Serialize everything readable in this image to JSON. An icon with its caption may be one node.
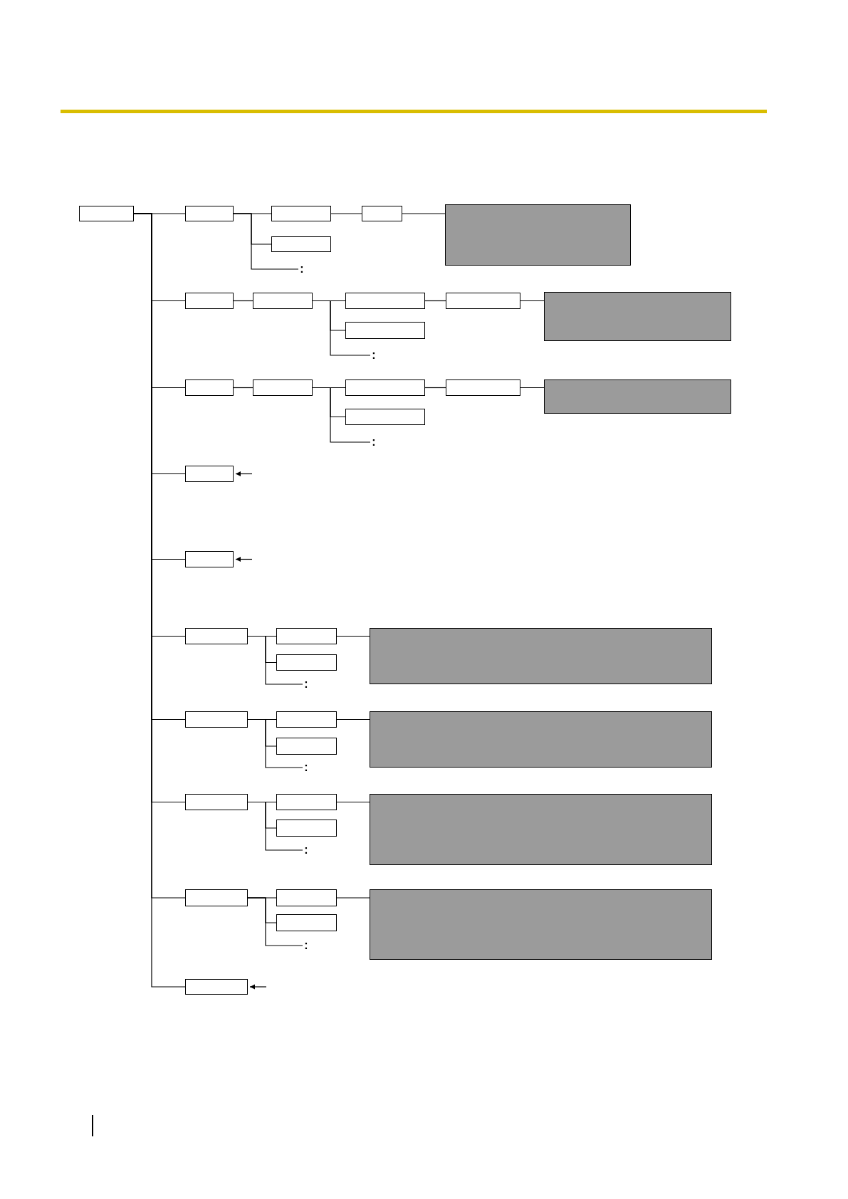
{
  "diagram": {
    "nodes": [
      {
        "text": [],
        "shape": "box"
      },
      {
        "text": [],
        "shape": "box"
      },
      {
        "text": [],
        "shape": "box"
      },
      {
        "text": [],
        "shape": "box"
      },
      {
        "text": [],
        "shape": "panel"
      },
      {
        "text": [],
        "shape": "box"
      },
      {
        "text": [
          ":"
        ]
      },
      {
        "text": [],
        "shape": "box"
      },
      {
        "text": [],
        "shape": "box"
      },
      {
        "text": [],
        "shape": "box"
      },
      {
        "text": [],
        "shape": "box"
      },
      {
        "text": [],
        "shape": "panel"
      },
      {
        "text": [],
        "shape": "box"
      },
      {
        "text": [
          ":"
        ]
      },
      {
        "text": [],
        "shape": "box"
      },
      {
        "text": [],
        "shape": "box"
      },
      {
        "text": [],
        "shape": "box"
      },
      {
        "text": [],
        "shape": "box"
      },
      {
        "text": [],
        "shape": "panel"
      },
      {
        "text": [],
        "shape": "box"
      },
      {
        "text": [
          ":"
        ]
      },
      {
        "text": [],
        "shape": "box"
      },
      {
        "text": [],
        "shape": "box"
      },
      {
        "text": [],
        "shape": "box"
      },
      {
        "text": [],
        "shape": "box"
      },
      {
        "text": [],
        "shape": "panel"
      },
      {
        "text": [],
        "shape": "box"
      },
      {
        "text": [
          ":"
        ]
      },
      {
        "text": [],
        "shape": "box"
      },
      {
        "text": [],
        "shape": "box"
      },
      {
        "text": [],
        "shape": "panel"
      },
      {
        "text": [],
        "shape": "box"
      },
      {
        "text": [
          ":"
        ]
      },
      {
        "text": [],
        "shape": "box"
      },
      {
        "text": [],
        "shape": "box"
      },
      {
        "text": [],
        "shape": "panel"
      },
      {
        "text": [],
        "shape": "box"
      },
      {
        "text": [
          ":"
        ]
      },
      {
        "text": [],
        "shape": "box"
      },
      {
        "text": [],
        "shape": "box"
      },
      {
        "text": [],
        "shape": "panel"
      },
      {
        "text": [],
        "shape": "box"
      },
      {
        "text": [
          ":"
        ]
      },
      {
        "text": [],
        "shape": "box"
      }
    ],
    "edges": [
      {
        "from": 0,
        "to": 1,
        "arrow": "none"
      },
      {
        "from": 0,
        "to": 7,
        "arrow": "none"
      },
      {
        "from": 0,
        "to": 14,
        "arrow": "none"
      },
      {
        "from": 0,
        "to": 21,
        "arrow": "none"
      },
      {
        "from": 0,
        "to": 22,
        "arrow": "none"
      },
      {
        "from": 0,
        "to": 23,
        "arrow": "none"
      },
      {
        "from": 0,
        "to": 28,
        "arrow": "none"
      },
      {
        "from": 0,
        "to": 33,
        "arrow": "none"
      },
      {
        "from": 0,
        "to": 38,
        "arrow": "none"
      },
      {
        "from": 0,
        "to": 43,
        "arrow": "none"
      },
      {
        "from": 1,
        "to": 2,
        "arrow": "none"
      },
      {
        "from": 1,
        "to": 5,
        "arrow": "none"
      },
      {
        "from": 1,
        "to": 6,
        "arrow": "none"
      },
      {
        "from": 2,
        "to": 3,
        "arrow": "none"
      },
      {
        "from": 3,
        "to": 4,
        "arrow": "none"
      },
      {
        "from": 7,
        "to": 8,
        "arrow": "none"
      },
      {
        "from": 8,
        "to": 9,
        "arrow": "none"
      },
      {
        "from": 8,
        "to": 12,
        "arrow": "none"
      },
      {
        "from": 8,
        "to": 13,
        "arrow": "none"
      },
      {
        "from": 9,
        "to": 10,
        "arrow": "none"
      },
      {
        "from": 10,
        "to": 11,
        "arrow": "none"
      },
      {
        "from": 14,
        "to": 15,
        "arrow": "none"
      },
      {
        "from": 15,
        "to": 16,
        "arrow": "none"
      },
      {
        "from": 15,
        "to": 19,
        "arrow": "none"
      },
      {
        "from": 15,
        "to": 20,
        "arrow": "none"
      },
      {
        "from": 16,
        "to": 17,
        "arrow": "none"
      },
      {
        "from": 17,
        "to": 18,
        "arrow": "none"
      },
      {
        "from": 23,
        "to": 24,
        "arrow": "none"
      },
      {
        "from": 23,
        "to": 26,
        "arrow": "none"
      },
      {
        "from": 23,
        "to": 27,
        "arrow": "none"
      },
      {
        "from": 24,
        "to": 25,
        "arrow": "none"
      },
      {
        "from": 28,
        "to": 29,
        "arrow": "none"
      },
      {
        "from": 28,
        "to": 31,
        "arrow": "none"
      },
      {
        "from": 28,
        "to": 32,
        "arrow": "none"
      },
      {
        "from": 29,
        "to": 30,
        "arrow": "none"
      },
      {
        "from": 33,
        "to": 34,
        "arrow": "none"
      },
      {
        "from": 33,
        "to": 36,
        "arrow": "none"
      },
      {
        "from": 33,
        "to": 37,
        "arrow": "none"
      },
      {
        "from": 34,
        "to": 35,
        "arrow": "none"
      },
      {
        "from": 38,
        "to": 39,
        "arrow": "none"
      },
      {
        "from": 38,
        "to": 41,
        "arrow": "none"
      },
      {
        "from": 38,
        "to": 42,
        "arrow": "none"
      },
      {
        "from": 39,
        "to": 40,
        "arrow": "none"
      },
      {
        "from": null,
        "to": 21,
        "arrow": "to"
      },
      {
        "from": null,
        "to": 22,
        "arrow": "to"
      },
      {
        "from": null,
        "to": 43,
        "arrow": "to"
      }
    ]
  }
}
